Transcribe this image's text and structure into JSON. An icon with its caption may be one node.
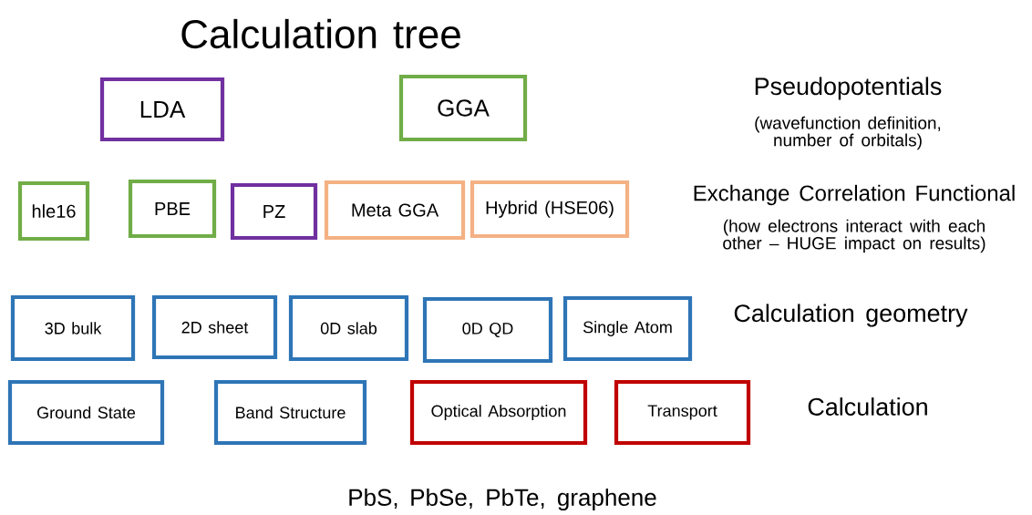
{
  "diagram": {
    "title": "Calculation tree",
    "nodes": [
      {
        "text": [
          "LDA"
        ]
      },
      {
        "text": [
          "GGA"
        ]
      },
      {
        "text": [
          "hle16"
        ]
      },
      {
        "text": [
          "PBE"
        ]
      },
      {
        "text": [
          "PZ"
        ]
      },
      {
        "text": [
          "Meta GGA"
        ]
      },
      {
        "text": [
          "Hybrid (HSE06)"
        ]
      },
      {
        "text": [
          "3D bulk"
        ]
      },
      {
        "text": [
          "2D sheet"
        ]
      },
      {
        "text": [
          "0D slab"
        ]
      },
      {
        "text": [
          "0D QD"
        ]
      },
      {
        "text": [
          "Single Atom"
        ]
      },
      {
        "text": [
          "Ground State"
        ]
      },
      {
        "text": [
          "Band Structure"
        ]
      },
      {
        "text": [
          "Optical Absorption"
        ]
      },
      {
        "text": [
          "Transport"
        ]
      }
    ],
    "labels": [
      "Pseudopotentials",
      "(wavefunction definition, number of orbitals)",
      "Exchange Correlation Functional",
      "(how electrons interact with each other – HUGE impact on results)",
      "Calculation geometry",
      "Calculation",
      "PbS, PbSe, PbTe, graphene"
    ]
  }
}
